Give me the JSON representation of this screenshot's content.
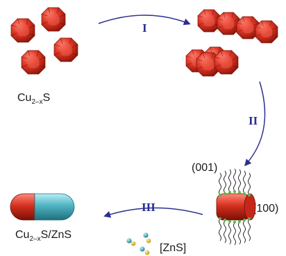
{
  "labels": {
    "cu_main": "Cu",
    "cu_sub": "2–x",
    "cu_tail": "S",
    "product_main": "Cu",
    "product_sub": "2–x",
    "product_tail": "S/ZnS",
    "facet_top": "(001)",
    "facet_side": "(100)",
    "zns": "[ZnS]"
  },
  "steps": [
    "I",
    "II",
    "III"
  ],
  "colors": {
    "cu2s": "#e03a2a",
    "cu2s_dark": "#9a1a10",
    "zns_shell": "#4fb3c2",
    "arrow": "#2a2f8f",
    "ligand_green": "#58b94a",
    "ion_yellow": "#e6c228",
    "ion_teal": "#3aa0b0"
  },
  "icons": [
    "polyhedral-nanocrystal-icon",
    "nanorod-icon",
    "ligand-icon",
    "ion-dot-icon"
  ]
}
